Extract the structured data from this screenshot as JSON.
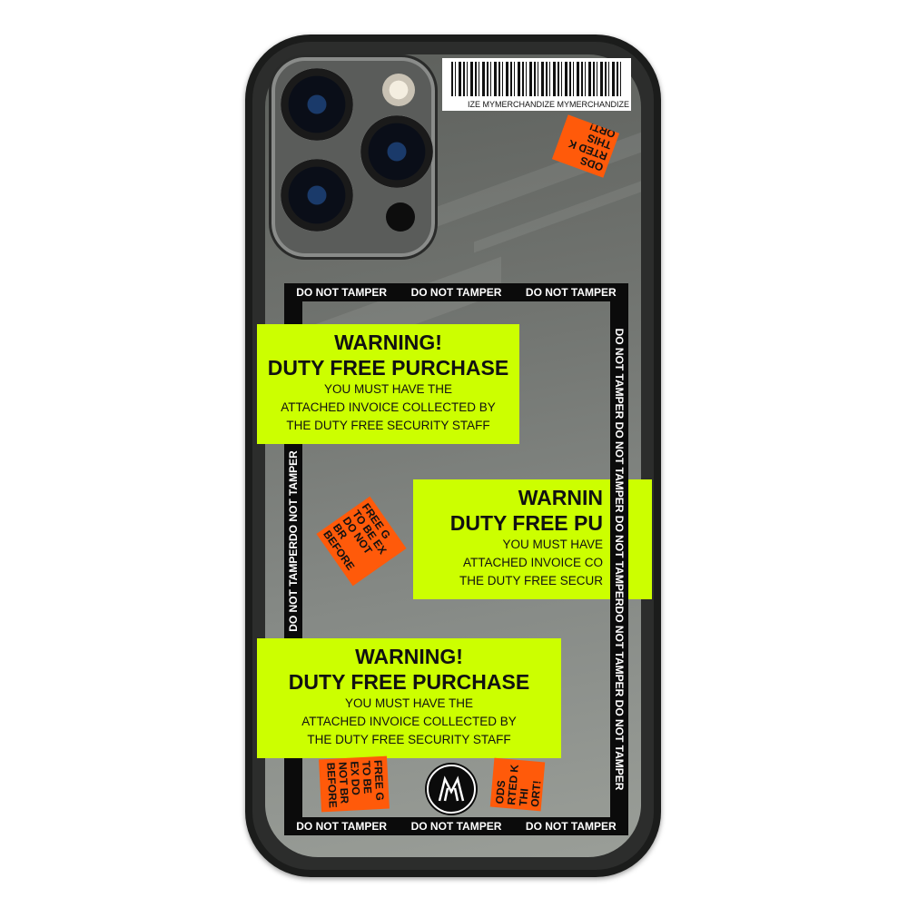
{
  "barcode": {
    "text": "IZE MYMERCHANDIZE MYMERCHANDIZE"
  },
  "tape": {
    "text": "DO NOT TAMPER",
    "side_text": "DO NOT TAMPERDO NOT TAMPER",
    "right_text": "DO NOT TAMPER DO NOT TAMPER DO NOT TAMPERDO NOT TAMPER DO NOT TAMPER"
  },
  "labels": [
    {
      "line1": "WARNING!",
      "line2": "DUTY FREE PURCHASE",
      "line3": "YOU MUST HAVE THE",
      "line4": "ATTACHED INVOICE COLLECTED BY",
      "line5": "THE DUTY FREE SECURITY STAFF"
    },
    {
      "line1": "WARNIN",
      "line2": "DUTY FREE PU",
      "line3": "YOU MUST HAVE",
      "line4": "ATTACHED INVOICE CO",
      "line5": "THE DUTY FREE SECUR"
    },
    {
      "line1": "WARNING!",
      "line2": "DUTY FREE PURCHASE",
      "line3": "YOU MUST HAVE THE",
      "line4": "ATTACHED INVOICE COLLECTED BY",
      "line5": "THE DUTY FREE SECURITY STAFF"
    }
  ],
  "stickers": [
    {
      "text": "ODS RTED K THIS ORT!"
    },
    {
      "text": "FREE G TO BE EX DO NOT BR BEFORE"
    },
    {
      "text": "ODS RTED K THI ORT!"
    },
    {
      "text": "FREE G TO BE EX DO NOT BR BEFORE"
    }
  ],
  "logo": {
    "text": "M"
  },
  "colors": {
    "label": "#ccff00",
    "sticker": "#ff5a0a",
    "tape": "#0b0b0b"
  }
}
